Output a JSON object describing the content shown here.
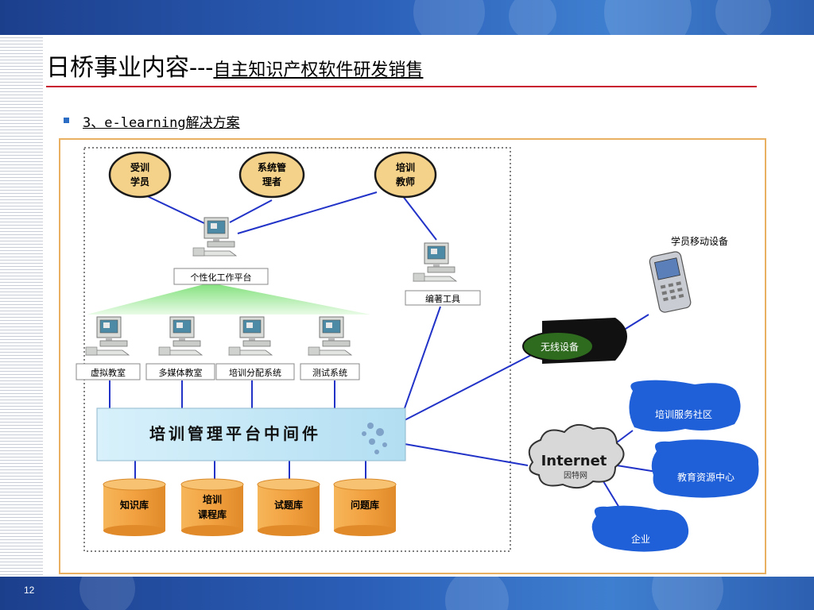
{
  "slide": {
    "title_main": "日桥事业内容---",
    "title_sub": "自主知识产权软件研发销售",
    "subtitle": "3、e-learning解决方案",
    "page_number": "12"
  },
  "diagram": {
    "roles": [
      {
        "line1": "受训",
        "line2": "学员"
      },
      {
        "line1": "系统管",
        "line2": "理者"
      },
      {
        "line1": "培训",
        "line2": "教师"
      }
    ],
    "platform_label": "个性化工作平台",
    "authoring_tool_label": "编著工具",
    "modules": [
      "虚拟教室",
      "多媒体教室",
      "培训分配系统",
      "测试系统"
    ],
    "middleware_label": "培训管理平台中间件",
    "databases": [
      {
        "line1": "知识库",
        "line2": ""
      },
      {
        "line1": "培训",
        "line2": "课程库"
      },
      {
        "line1": "试题库",
        "line2": ""
      },
      {
        "line1": "问题库",
        "line2": ""
      }
    ],
    "mobile_label": "学员移动设备",
    "wireless_label": "无线设备",
    "internet_label": "Internet",
    "internet_sub": "因特网",
    "clouds": [
      "培训服务社区",
      "教育资源中心",
      "企业"
    ]
  },
  "colors": {
    "accent_red": "#c8102e",
    "role_fill": "#f5d28a",
    "db_fill": "#f0a848",
    "cloud_fill": "#1f5fd8",
    "wireless_fill": "#2e6b1e",
    "middleware_fill": "#bfe6f5",
    "line_blue": "#2233c8"
  }
}
